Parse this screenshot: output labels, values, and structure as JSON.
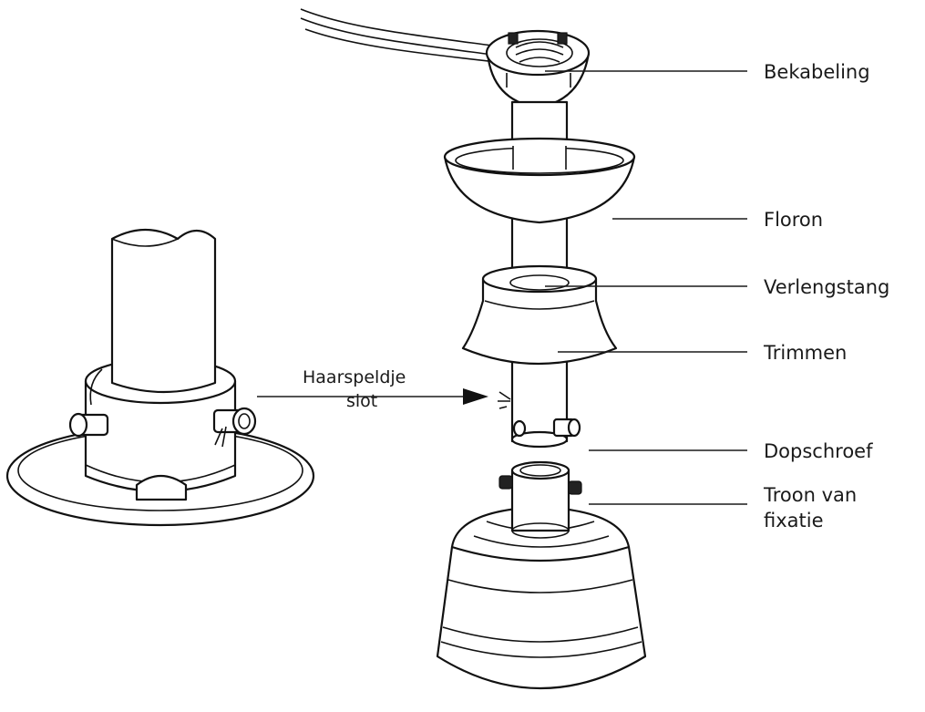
{
  "labels": {
    "bekabeling": "Bekabeling",
    "floron": "Floron",
    "verlengstang": "Verlengstang",
    "trimmen": "Trimmen",
    "dopschroef": "Dopschroef",
    "troon_line1": "Troon van",
    "troon_line2": "fixatie",
    "haarspeld_line1": "Haarspeldje",
    "haarspeld_line2": "slot"
  },
  "colors": {
    "stroke": "#111111",
    "background": "#ffffff"
  }
}
